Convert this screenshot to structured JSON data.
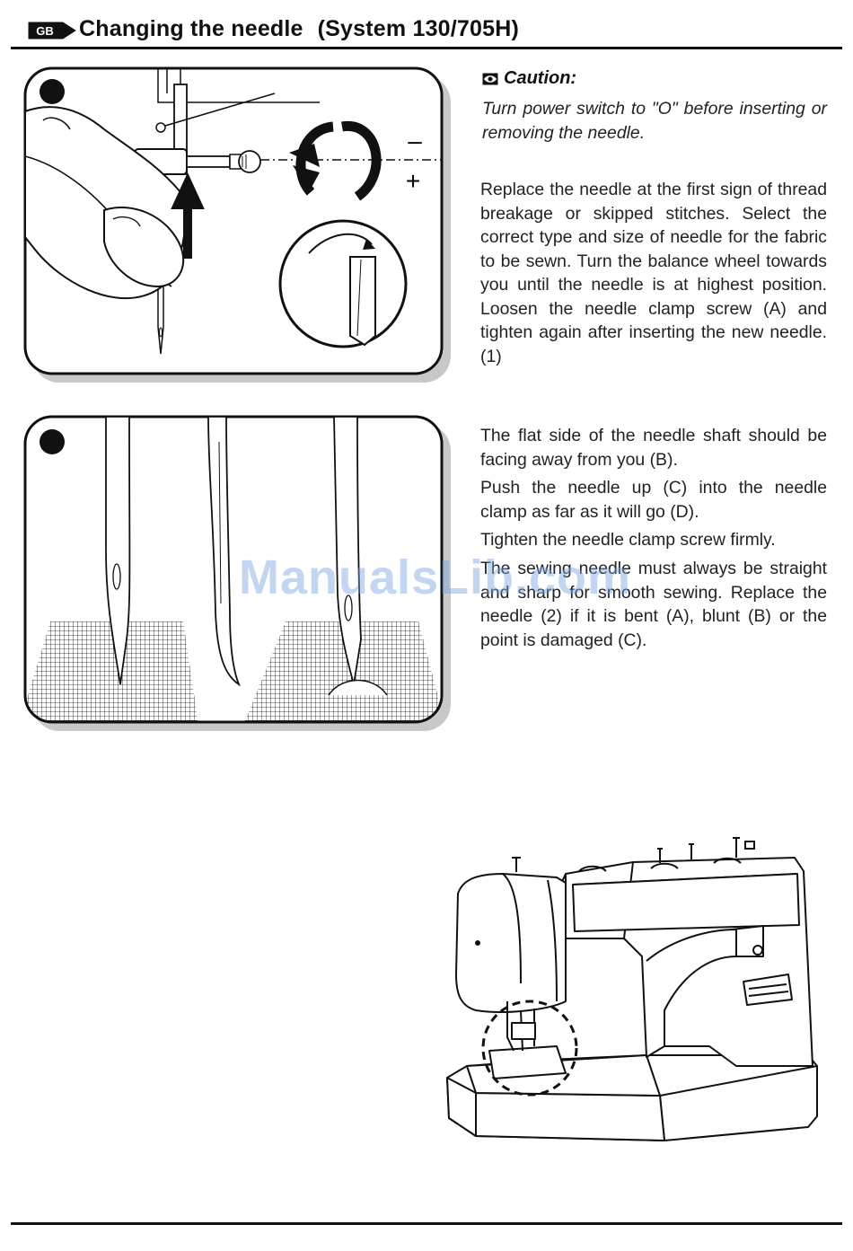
{
  "header": {
    "language_badge": "GB",
    "title": "Changing the needle",
    "system": "(System 130/705H)"
  },
  "caution": {
    "heading": "Caution:",
    "text": "Turn power switch to \"O\" before inserting or removing the needle."
  },
  "paragraphs": {
    "replace": "Replace the needle at the first sign of thread breakage or skipped stitches. Select the correct type and size of needle for the fabric to be sewn. Turn the balance wheel towards you until the needle is at highest position. Loosen the needle clamp screw (A) and tighten again after inserting the new needle. (1)",
    "flat_side": "The flat side of the needle shaft should be facing away from you (B).",
    "push": "Push the needle up (C) into the needle clamp as far as it will go (D).",
    "tighten": "Tighten the needle clamp screw firmly.",
    "sewing": "The sewing needle must always be straight and sharp for smooth sewing. Replace the needle (2) if it is bent (A), blunt (B) or the point is damaged (C)."
  },
  "figure1": {
    "minus_sign": "–",
    "plus_sign": "+"
  },
  "watermark": "ManualsLib.com",
  "colors": {
    "ink": "#111111",
    "shadow": "#c8c8c8",
    "watermark": "#78a5e1"
  }
}
